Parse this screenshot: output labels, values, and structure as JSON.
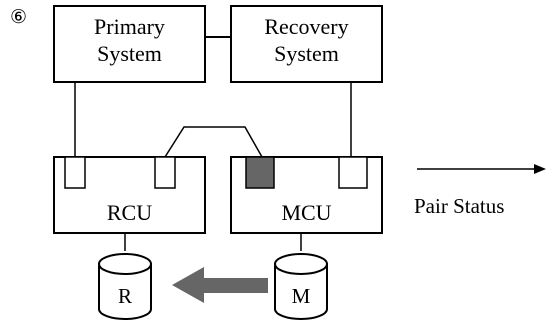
{
  "step_marker": "⑥",
  "primary_system": {
    "line1": "Primary",
    "line2": "System"
  },
  "recovery_system": {
    "line1": "Recovery",
    "line2": "System"
  },
  "rcu": {
    "label": "RCU"
  },
  "mcu": {
    "label": "MCU"
  },
  "disk_r": {
    "label": "R"
  },
  "disk_m": {
    "label": "M"
  },
  "pair_status": {
    "label": "Pair Status"
  },
  "colors": {
    "active_port": "#666666",
    "copy_arrow": "#666666",
    "stroke": "#000000"
  },
  "icons": {
    "copy_direction": "arrow-left-icon",
    "status_direction": "arrow-right-icon"
  }
}
